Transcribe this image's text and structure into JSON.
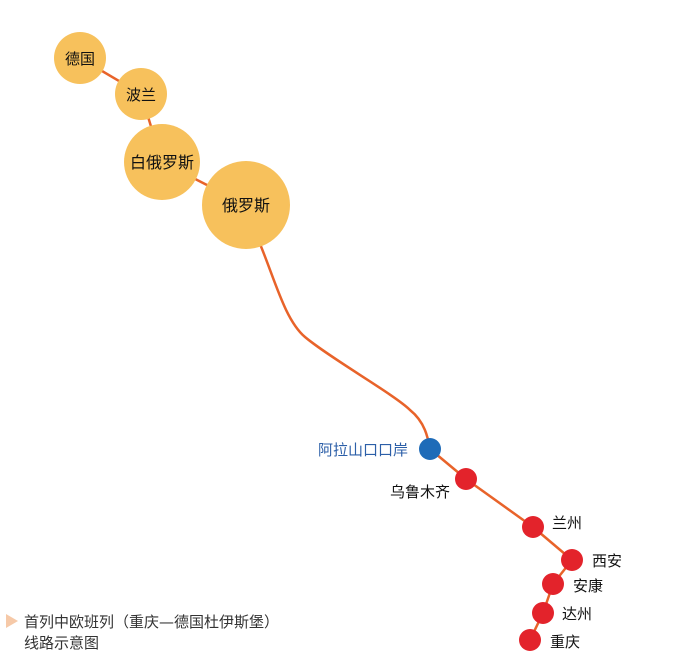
{
  "colors": {
    "route_line": "#e8632a",
    "foreign_node": "#f7c15c",
    "port_node": "#1e6bb8",
    "domestic_node": "#e3232b",
    "port_label": "#2c5fa8",
    "label": "#111111"
  },
  "nodes": [
    {
      "id": "germany",
      "name": "德国"
    },
    {
      "id": "poland",
      "name": "波兰"
    },
    {
      "id": "belarus",
      "name": "白俄罗斯"
    },
    {
      "id": "russia",
      "name": "俄罗斯"
    },
    {
      "id": "alashankou",
      "name": "阿拉山口口岸"
    },
    {
      "id": "urumqi",
      "name": "乌鲁木齐"
    },
    {
      "id": "lanzhou",
      "name": "兰州"
    },
    {
      "id": "xian",
      "name": "西安"
    },
    {
      "id": "ankang",
      "name": "安康"
    },
    {
      "id": "dazhou",
      "name": "达州"
    },
    {
      "id": "chongqing",
      "name": "重庆"
    }
  ],
  "caption": {
    "line1": "首列中欧班列（重庆—德国杜伊斯堡）",
    "line2": "线路示意图"
  }
}
